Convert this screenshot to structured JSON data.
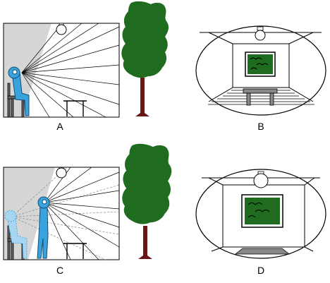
{
  "panels": [
    {
      "id": "A",
      "label": "A"
    },
    {
      "id": "B",
      "label": "B"
    },
    {
      "id": "C",
      "label": "C"
    },
    {
      "id": "D",
      "label": "D"
    }
  ],
  "colors": {
    "background": "#ffffff",
    "shadow_wall": "#d6d6d6",
    "tree_foliage": "#1f6b1f",
    "tree_trunk": "#6b1616",
    "person_fill": "#3aa3dd",
    "person_stroke": "#124e78",
    "ghost_person": "#a8d6f2",
    "painting_frame": "#1a1a1a",
    "painting_canvas": "#1f6b1f",
    "table_fill": "#888888",
    "line": "#000000"
  },
  "icons": {
    "light": "ceiling-lamp-icon",
    "tree": "tree-icon",
    "person": "person-icon",
    "chair": "chair-icon",
    "bench": "bench-icon",
    "painting": "painting-icon",
    "table": "table-icon"
  }
}
